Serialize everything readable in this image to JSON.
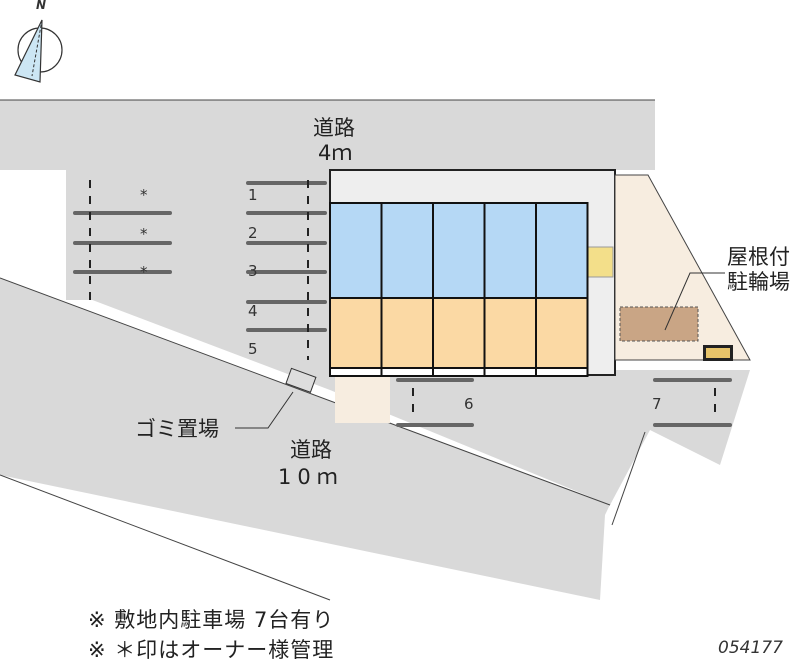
{
  "compass": {
    "north_label": "N"
  },
  "roads": {
    "top": {
      "name": "道路",
      "width": "4ｍ"
    },
    "bottom": {
      "name": "道路",
      "width": "10ｍ"
    }
  },
  "parking_spaces": [
    {
      "number": "1",
      "owner_managed": true,
      "mark": "*"
    },
    {
      "number": "2",
      "owner_managed": true,
      "mark": "*"
    },
    {
      "number": "3",
      "owner_managed": true,
      "mark": "*"
    },
    {
      "number": "4",
      "owner_managed": false,
      "mark": ""
    },
    {
      "number": "5",
      "owner_managed": false,
      "mark": ""
    },
    {
      "number": "6",
      "owner_managed": false,
      "mark": ""
    },
    {
      "number": "7",
      "owner_managed": false,
      "mark": ""
    }
  ],
  "labels": {
    "bike_parking_line1": "屋根付",
    "bike_parking_line2": "駐輪場",
    "garbage": "ゴミ置場"
  },
  "notes": [
    "※ 敷地内駐車場 7台有り",
    "※ ＊印はオーナー様管理"
  ],
  "property_code": "054177",
  "colors": {
    "road": "#d9d9d9",
    "room_blue": "#b5d8f5",
    "room_orange": "#fbd9a4",
    "bike": "#c9a585"
  }
}
